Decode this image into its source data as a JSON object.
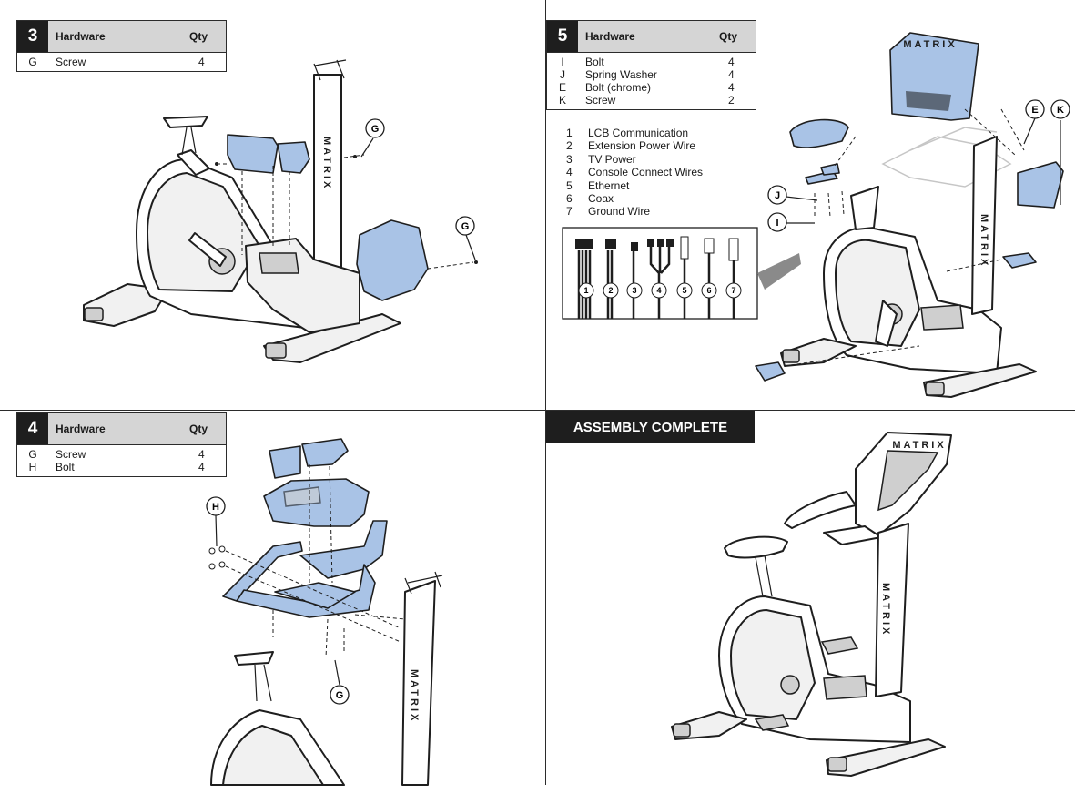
{
  "step3": {
    "number": "3",
    "header": {
      "hardware": "Hardware",
      "qty": "Qty"
    },
    "rows": [
      {
        "code": "G",
        "name": "Screw",
        "qty": "4"
      }
    ],
    "callouts": [
      "G",
      "G"
    ],
    "brand": "MATRIX"
  },
  "step5": {
    "number": "5",
    "header": {
      "hardware": "Hardware",
      "qty": "Qty"
    },
    "rows": [
      {
        "code": "I",
        "name": "Bolt",
        "qty": "4"
      },
      {
        "code": "J",
        "name": "Spring Washer",
        "qty": "4"
      },
      {
        "code": "E",
        "name": "Bolt (chrome)",
        "qty": "4"
      },
      {
        "code": "K",
        "name": "Screw",
        "qty": "2"
      }
    ],
    "wires": [
      {
        "n": "1",
        "label": "LCB Communication"
      },
      {
        "n": "2",
        "label": "Extension Power Wire"
      },
      {
        "n": "3",
        "label": "TV Power"
      },
      {
        "n": "4",
        "label": "Console Connect Wires"
      },
      {
        "n": "5",
        "label": "Ethernet"
      },
      {
        "n": "6",
        "label": "Coax"
      },
      {
        "n": "7",
        "label": "Ground Wire"
      }
    ],
    "connector_numbers": [
      "1",
      "2",
      "3",
      "4",
      "5",
      "6",
      "7"
    ],
    "callouts": [
      "E",
      "K",
      "J",
      "I"
    ],
    "brand": "MATRIX"
  },
  "step4": {
    "number": "4",
    "header": {
      "hardware": "Hardware",
      "qty": "Qty"
    },
    "rows": [
      {
        "code": "G",
        "name": "Screw",
        "qty": "4"
      },
      {
        "code": "H",
        "name": "Bolt",
        "qty": "4"
      }
    ],
    "callouts": [
      "H",
      "G"
    ],
    "brand": "MATRIX"
  },
  "complete": {
    "banner": "ASSEMBLY COMPLETE",
    "brand": "MATRIX"
  },
  "colors": {
    "part_highlight": "#a9c3e6",
    "ink": "#1e1e1e",
    "header_gray": "#d5d5d5"
  }
}
